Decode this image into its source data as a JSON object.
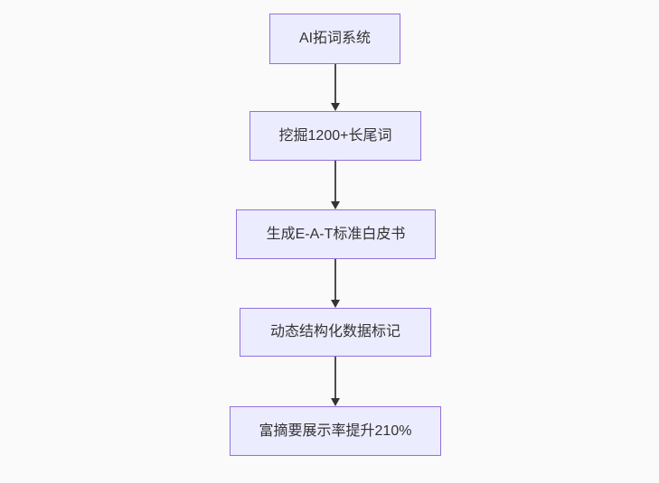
{
  "diagram": {
    "type": "flowchart",
    "direction": "top-down",
    "colors": {
      "background": "#fafafa",
      "node_fill": "#ececff",
      "node_border": "#9370db",
      "edge": "#4d4d4d",
      "arrowhead": "#333333",
      "text": "#333333"
    },
    "nodes": [
      {
        "id": "node-1",
        "label": "AI拓词系统"
      },
      {
        "id": "node-2",
        "label": "挖掘1200+长尾词"
      },
      {
        "id": "node-3",
        "label": "生成E-A-T标准白皮书"
      },
      {
        "id": "node-4",
        "label": "动态结构化数据标记"
      },
      {
        "id": "node-5",
        "label": "富摘要展示率提升210%"
      }
    ],
    "edges": [
      {
        "from": "node-1",
        "to": "node-2"
      },
      {
        "from": "node-2",
        "to": "node-3"
      },
      {
        "from": "node-3",
        "to": "node-4"
      },
      {
        "from": "node-4",
        "to": "node-5"
      }
    ]
  }
}
